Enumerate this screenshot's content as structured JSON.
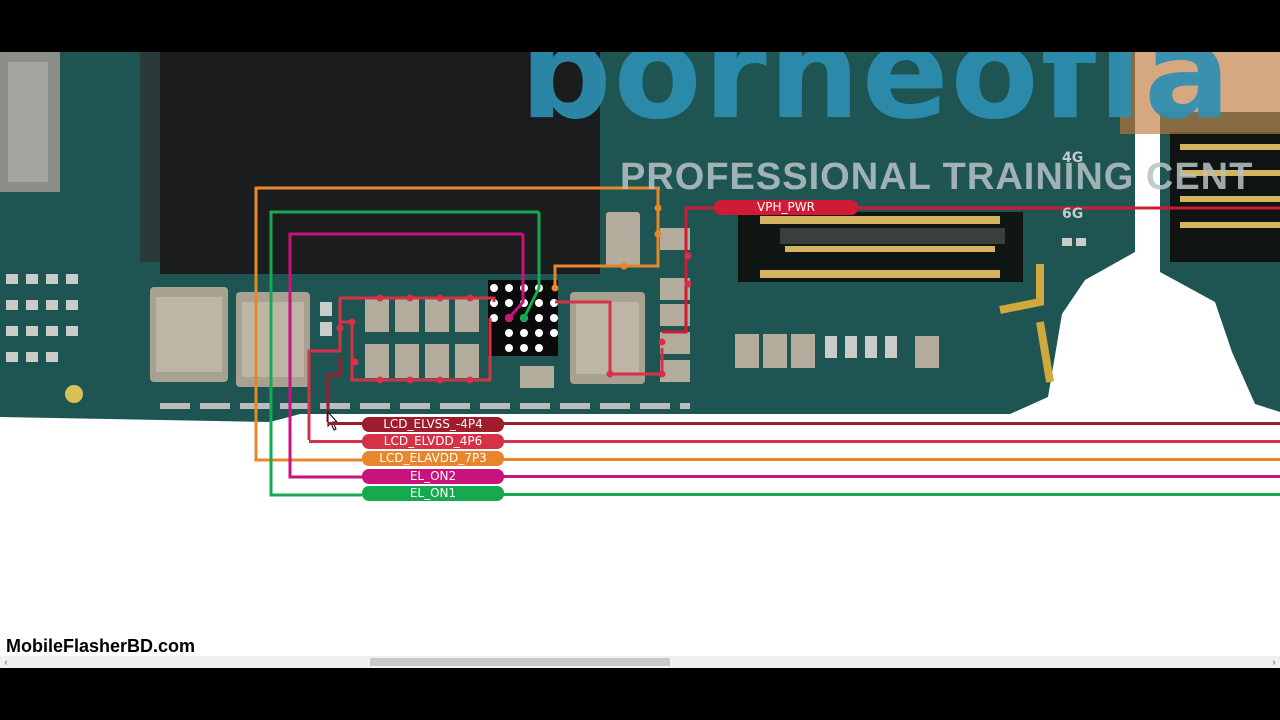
{
  "brand": {
    "logo_text": "borneofla",
    "tagline": "PROFESSIONAL TRAINING CENT"
  },
  "silkscreen": {
    "band_4g": "4G",
    "band_6g": "6G"
  },
  "nets": {
    "vph_pwr": "VPH_PWR",
    "lcd_elvss": "LCD_ELVSS_-4P4",
    "lcd_elvdd": "LCD_ELVDD_4P6",
    "lcd_elavdd": "LCD_ELAVDD_7P3",
    "el_on2": "EL_ON2",
    "el_on1": "EL_ON1"
  },
  "colors": {
    "pcb": "#1e5552",
    "elvss": "#9e1c2b",
    "elvdd": "#d63247",
    "elavdd": "#e8862c",
    "el_on2": "#c8127d",
    "el_on1": "#17a94f",
    "vph_pwr": "#d11a33"
  },
  "watermark": "MobileFlasherBD.com",
  "scrollbar": {
    "left_arrow": "‹",
    "right_arrow": "›"
  }
}
